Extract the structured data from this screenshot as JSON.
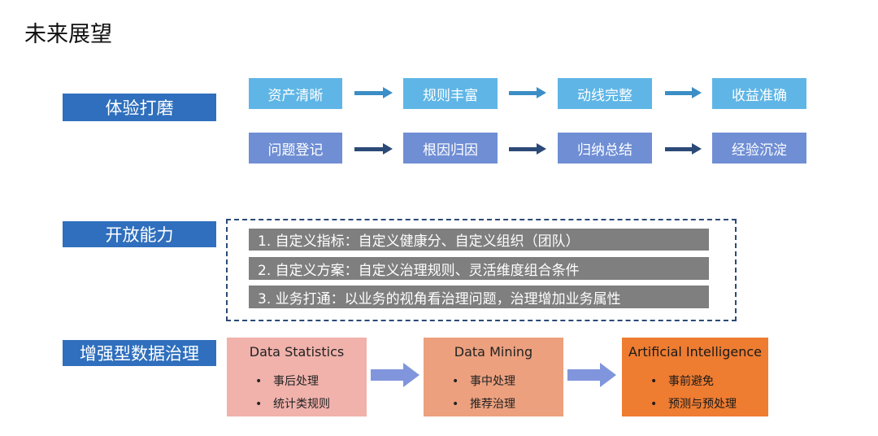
{
  "page_title": "未来展望",
  "sections": {
    "experience": "体验打磨",
    "open": "开放能力",
    "governance": "增强型数据治理"
  },
  "flow_row1": [
    "资产清晰",
    "规则丰富",
    "动线完整",
    "收益准确"
  ],
  "flow_row2": [
    "问题登记",
    "根因归因",
    "归纳总结",
    "经验沉淀"
  ],
  "open_items": [
    "1. 自定义指标：自定义健康分、自定义组织（团队）",
    "2. 自定义方案：自定义治理规则、灵活维度组合条件",
    "3. 业务打通：以业务的视角看治理问题，治理增加业务属性"
  ],
  "cards": [
    {
      "title": "Data Statistics",
      "bullets": [
        "事后处理",
        "统计类规则"
      ]
    },
    {
      "title": "Data Mining",
      "bullets": [
        "事中处理",
        "推荐治理"
      ]
    },
    {
      "title": "Artificial Intelligence",
      "bullets": [
        "事前避免",
        "预测与预处理"
      ]
    }
  ],
  "bullet_glyph": "•",
  "colors": {
    "section_label": "#2f6fbd",
    "flow_light": "#5fb6e6",
    "flow_purple": "#6f8ed4",
    "gray_bar": "#7f7f7f",
    "card1": "#f0b2ab",
    "card2": "#eca07e",
    "card3": "#ee7c31",
    "block_arrow": "#8095dc"
  }
}
